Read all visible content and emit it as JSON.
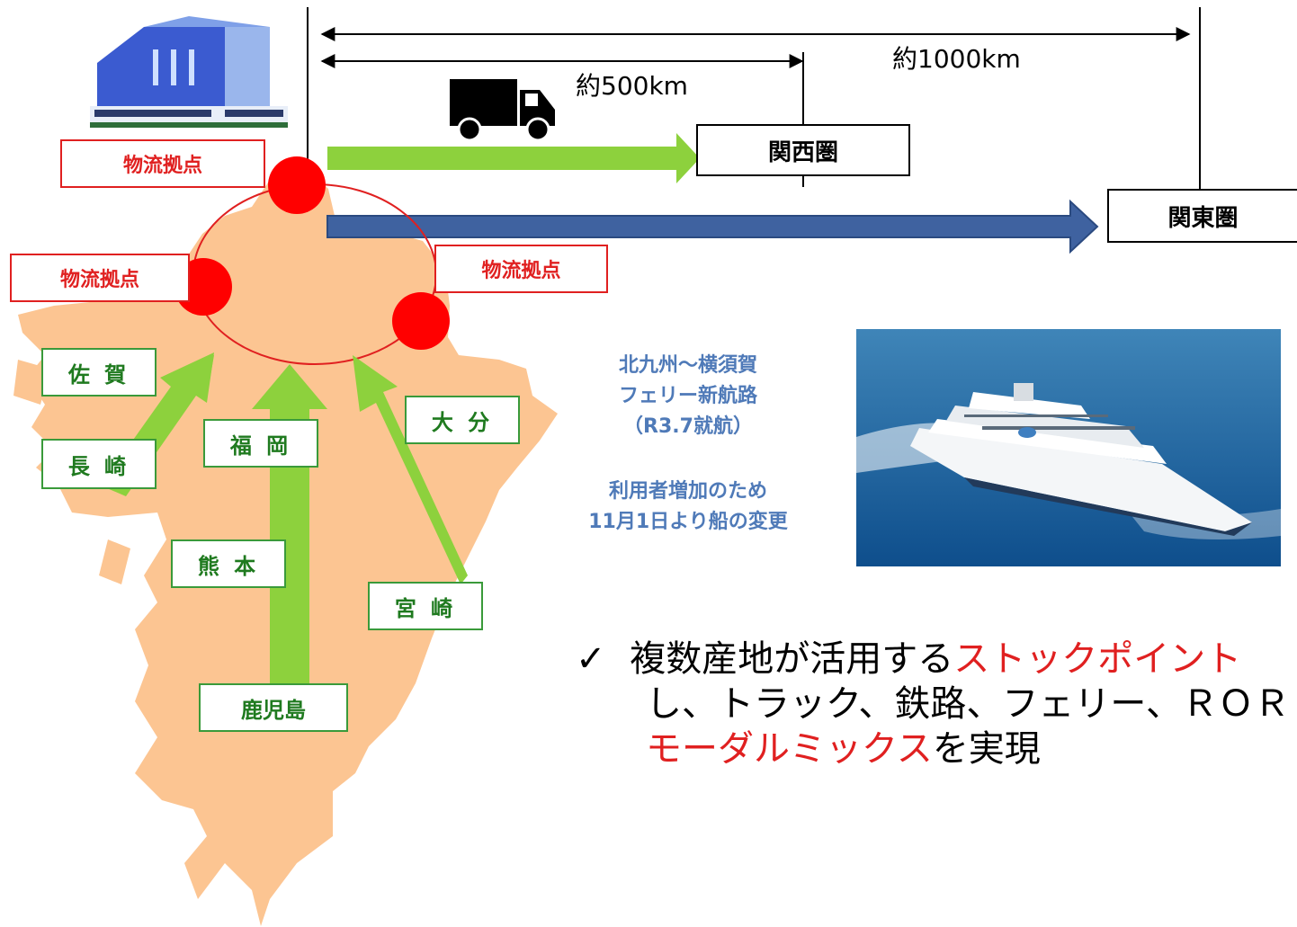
{
  "distances": {
    "d1000": "約1000km",
    "d500": "約500km"
  },
  "regions": {
    "kansai": "関西圏",
    "kanto": "関東圏"
  },
  "hubs": {
    "north": "物流拠点",
    "west": "物流拠点",
    "east": "物流拠点"
  },
  "prefectures": {
    "saga": "佐 賀",
    "nagasaki": "長 崎",
    "fukuoka": "福 岡",
    "oita": "大 分",
    "kumamoto": "熊 本",
    "miyazaki": "宮 崎",
    "kagoshima": "鹿児島"
  },
  "ferry_note": {
    "line1": "北九州～横須賀",
    "line2": "フェリー新航路",
    "line3": "（R3.7就航）",
    "line4": "利用者増加のため",
    "line5": "11月1日より船の変更"
  },
  "bullet": {
    "check": "✓",
    "l1_a": "複数産地が活用する",
    "l1_b": "ストックポイント",
    "l2": "し、トラック、鉄路、フェリー、ＲＯＲ",
    "l3_a": "モーダルミックス",
    "l3_b": "を実現"
  },
  "colors": {
    "map": "#fcc592",
    "hub_dot": "#ff0000",
    "green_arrow": "#8dd13d",
    "blue_arrow": "#3f62a0",
    "red_text": "#e02020",
    "ferry_text": "#4f7ab8"
  },
  "icons": [
    "warehouse-icon",
    "truck-icon",
    "ferry-photo"
  ]
}
